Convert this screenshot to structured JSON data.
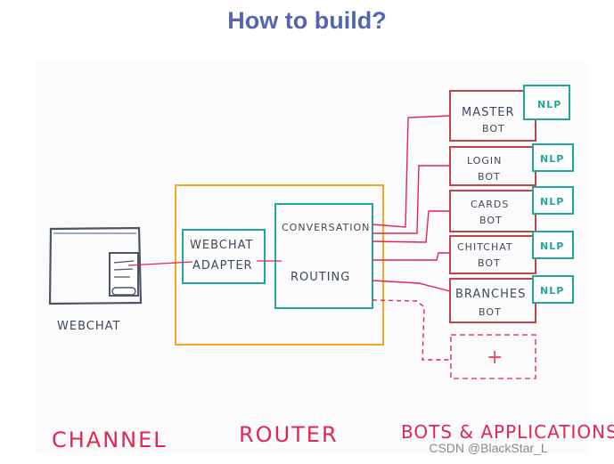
{
  "title": "How to build?",
  "channel": {
    "device_label": "WEBCHAT",
    "section_label": "CHANNEL"
  },
  "router": {
    "section_label": "ROUTER",
    "adapter": [
      "WEBCHAT",
      "ADAPTER"
    ],
    "conversation": "CONVERSATION",
    "routing": "ROUTING"
  },
  "bots": {
    "section_label": "BOTS & APPLICATIONS",
    "nlp_label": "NLP",
    "items": [
      {
        "line1": "MASTER",
        "line2": "BOT"
      },
      {
        "line1": "LOGIN",
        "line2": "BOT"
      },
      {
        "line1": "CARDS",
        "line2": "BOT"
      },
      {
        "line1": "CHITCHAT",
        "line2": "BOT"
      },
      {
        "line1": "BRANCHES",
        "line2": "BOT"
      }
    ],
    "add_symbol": "+"
  },
  "colors": {
    "router_border": "#f5a623",
    "teal": "#1fa79c",
    "bot_border": "#c0454a",
    "wire": "#e02652",
    "device": "#4a5565",
    "title": "#5566b0"
  },
  "watermark": "CSDN @BlackStar_L"
}
